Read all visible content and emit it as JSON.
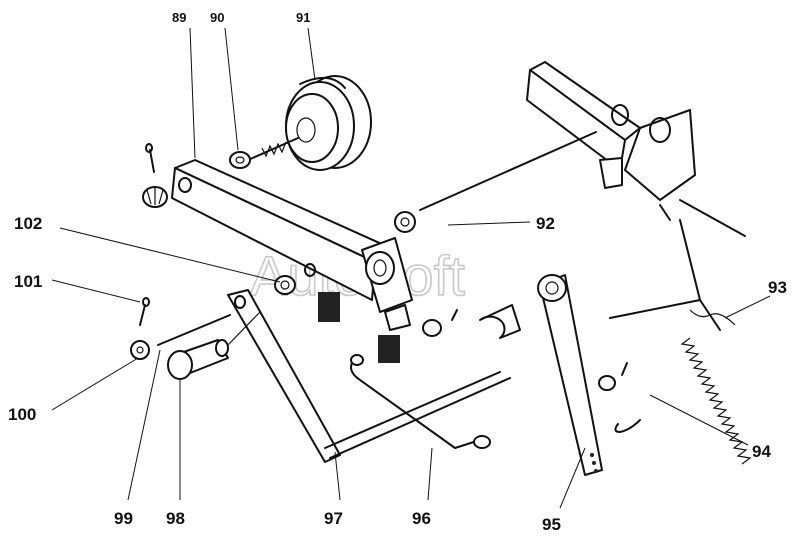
{
  "watermark": "AutoSoft",
  "callouts": {
    "c89": "89",
    "c90": "90",
    "c91": "91",
    "c92": "92",
    "c93": "93",
    "c94": "94",
    "c95": "95",
    "c96": "96",
    "c97": "97",
    "c98": "98",
    "c99": "99",
    "c100": "100",
    "c101": "101",
    "c102": "102"
  }
}
